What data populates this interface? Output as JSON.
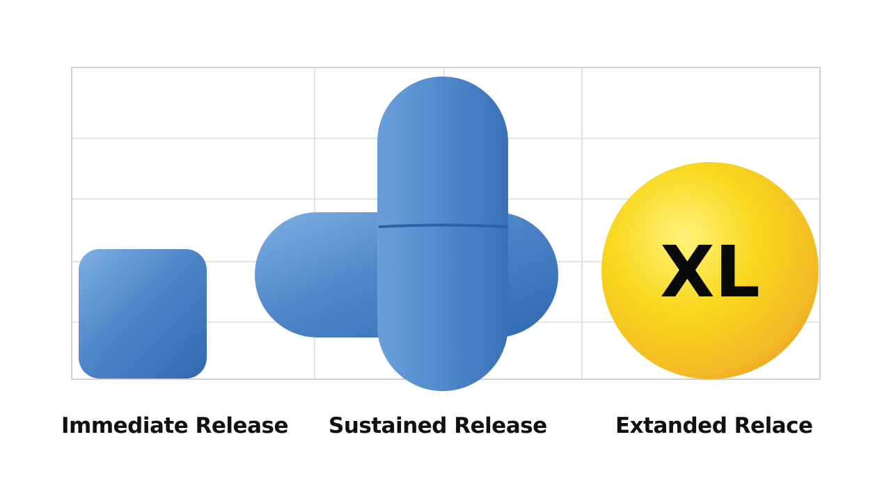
{
  "labels": {
    "immediate": "Immediate Release",
    "sustained": "Sustained Release",
    "extended": "Extanded Relace"
  },
  "tablet_mark": "XL",
  "icons": {
    "immediate": "square-tablet-icon",
    "sustained": "capsule-icon",
    "extended": "round-xl-tablet-icon"
  },
  "colors": {
    "pill_blue": "#4f86c9",
    "pill_blue_dark": "#2f67b2",
    "pill_yellow": "#f6d21f",
    "pill_orange": "#f0a024",
    "grid": "#d4d4d4",
    "text": "#111111"
  }
}
